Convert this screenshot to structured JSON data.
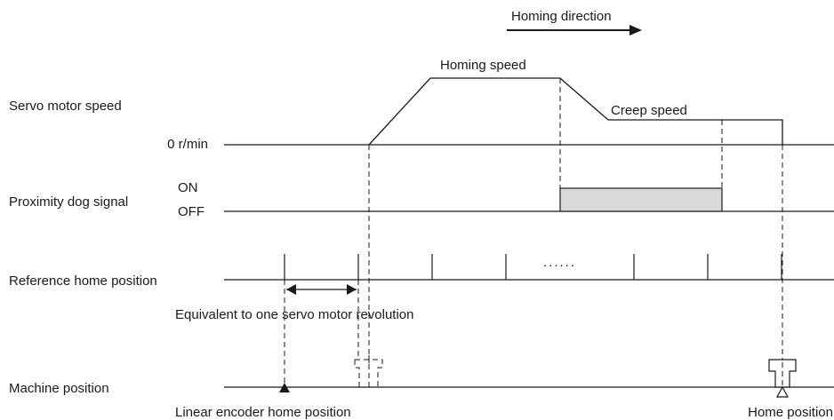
{
  "direction_label": "Homing direction",
  "speed_labels": {
    "homing_speed": "Homing speed",
    "creep_speed": "Creep speed"
  },
  "rows": {
    "servo_motor_speed": "Servo motor speed",
    "zero_speed": "0 r/min",
    "proximity_dog_signal": "Proximity dog signal",
    "on": "ON",
    "off": "OFF",
    "reference_home_position": "Reference home position",
    "machine_position": "Machine position"
  },
  "ellipsis": "......",
  "equivalent_label": "Equivalent to one servo motor revolution",
  "bottom_labels": {
    "linear_encoder_home": "Linear encoder home position",
    "home_position": "Home position"
  },
  "colors": {
    "line": "#1a1a1a",
    "dog_fill": "#d9d9d9"
  }
}
